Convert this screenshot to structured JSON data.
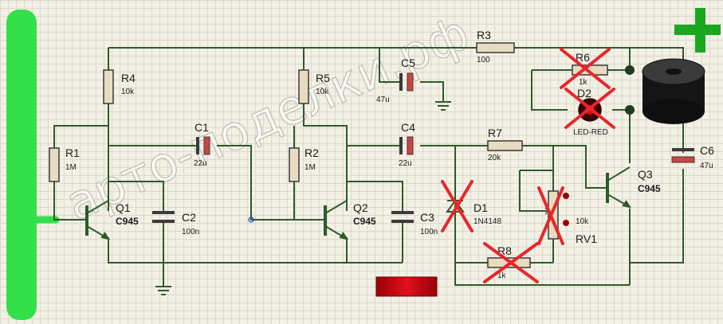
{
  "watermark": "арто-поделки.рф",
  "components": {
    "R1": {
      "ref": "R1",
      "value": "1M"
    },
    "R2": {
      "ref": "R2",
      "value": "1M"
    },
    "R3": {
      "ref": "R3",
      "value": "100"
    },
    "R4": {
      "ref": "R4",
      "value": "10k"
    },
    "R5": {
      "ref": "R5",
      "value": "10k"
    },
    "R6": {
      "ref": "R6",
      "value": "1k"
    },
    "R7": {
      "ref": "R7",
      "value": "20k"
    },
    "R8": {
      "ref": "R8",
      "value": "1k"
    },
    "C1": {
      "ref": "C1",
      "value": "22u"
    },
    "C2": {
      "ref": "C2",
      "value": "100n"
    },
    "C3": {
      "ref": "C3",
      "value": "100n"
    },
    "C4": {
      "ref": "C4",
      "value": "22u"
    },
    "C5": {
      "ref": "C5",
      "value": "47u"
    },
    "C6": {
      "ref": "C6",
      "value": "47u"
    },
    "Q1": {
      "ref": "Q1",
      "type": "C945"
    },
    "Q2": {
      "ref": "Q2",
      "type": "C945"
    },
    "Q3": {
      "ref": "Q3",
      "type": "C945"
    },
    "D1": {
      "ref": "D1",
      "type": "1N4148"
    },
    "D2": {
      "ref": "D2",
      "type": "LED-RED"
    },
    "RV1": {
      "ref": "RV1",
      "value": "10k"
    }
  },
  "colors": {
    "wire": "#2f5a2a",
    "rail": "#33e04a",
    "cross": "#e8262a",
    "indicator": "#c8000c",
    "plus": "#19a81f"
  }
}
